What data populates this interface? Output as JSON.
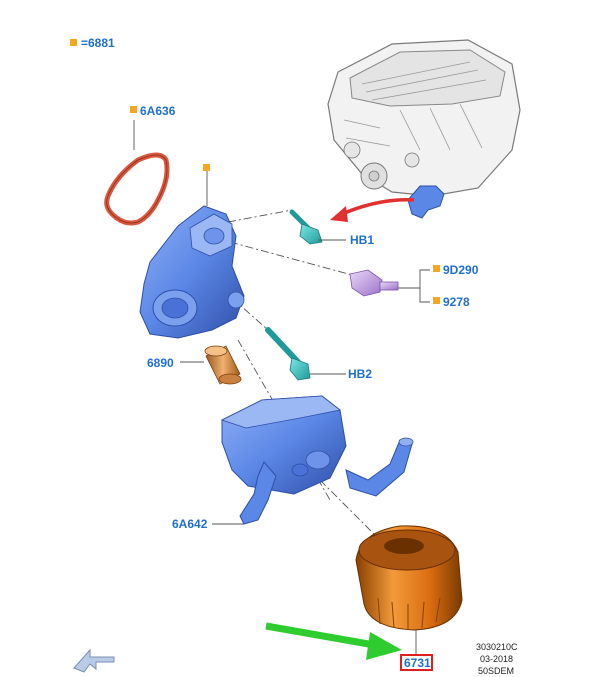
{
  "colors": {
    "label_blue": "#1f6fd1",
    "marker_orange": "#f5a623",
    "leader_line": "#555555",
    "part_blue": "#5b87e6",
    "part_blue_dark": "#3a5fc0",
    "bolt_cyan": "#3fc4c4",
    "sensor_purple": "#c8a7e6",
    "filter_orange": "#e07b1a",
    "gasket_red": "#d9573f",
    "callout_arrow_red": "#e03030",
    "highlight_arrow_green": "#2ecc2e",
    "highlight_box_red": "#e02020"
  },
  "labels": {
    "seal_kit": "=6881",
    "gasket": "6A636",
    "bolt_hb1": "HB1",
    "sensor_9d290": "9D290",
    "sensor_9278": "9278",
    "thermostat": "6890",
    "bolt_hb2": "HB2",
    "cooler": "6A642",
    "filter": "6731"
  },
  "reference": {
    "code": "3030210C",
    "date": "03-2018",
    "engine": "50SDEM"
  },
  "icons": {
    "marker": "orange-square-marker-icon",
    "nav": "view-direction-arrow-icon"
  }
}
